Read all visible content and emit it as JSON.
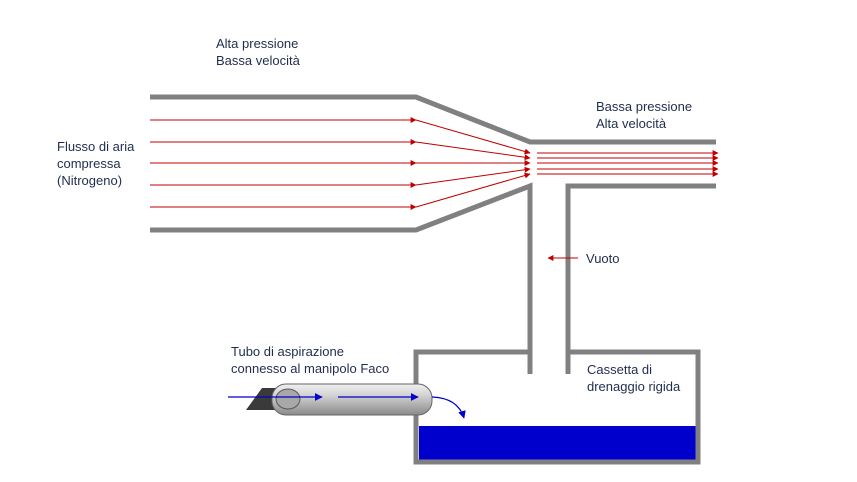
{
  "labels": {
    "high_pressure": [
      "Alta pressione",
      "Bassa velocità"
    ],
    "low_pressure": [
      "Bassa pressione",
      "Alta velocità"
    ],
    "air_flow": [
      "Flusso di aria",
      "compressa",
      "(Nitrogeno)"
    ],
    "vacuum": "Vuoto",
    "suction_tube": [
      "Tubo di aspirazione",
      "connesso al manipolo Faco"
    ],
    "drain_cassette": [
      "Cassetta di",
      "drenaggio rigida"
    ]
  },
  "colors": {
    "pipe": "#808080",
    "airflow_arrow": "#c00000",
    "fluid": "#0000cc",
    "fluid_arrow": "#0000cc",
    "text": "#1f2d4d"
  }
}
